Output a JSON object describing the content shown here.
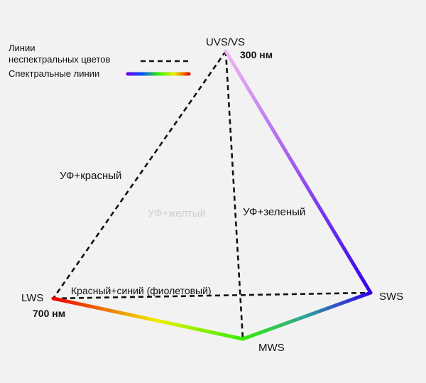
{
  "legend": {
    "nonspectral_line1": "Линии",
    "nonspectral_line2": "неспектральных цветов",
    "spectral": "Спектральные линии"
  },
  "vertices": {
    "uvs": "UVS/VS",
    "uvs_wavelength": "300 нм",
    "lws": "LWS",
    "lws_wavelength": "700 нм",
    "sws": "SWS",
    "mws": "MWS"
  },
  "edges": {
    "uv_red": "УФ+красный",
    "uv_green": "УФ+зеленый",
    "uv_yellow": "УФ+желтый",
    "red_blue": "Красный+синий (фиолетовый)"
  },
  "colors": {
    "uv": "#f0b8f0",
    "violet": "#9a55f0",
    "blue": "#3300ee",
    "teal": "#33a0a0",
    "green": "#33ee00",
    "yellow": "#eeee00",
    "red": "#ee0000",
    "dash": "#111111"
  }
}
